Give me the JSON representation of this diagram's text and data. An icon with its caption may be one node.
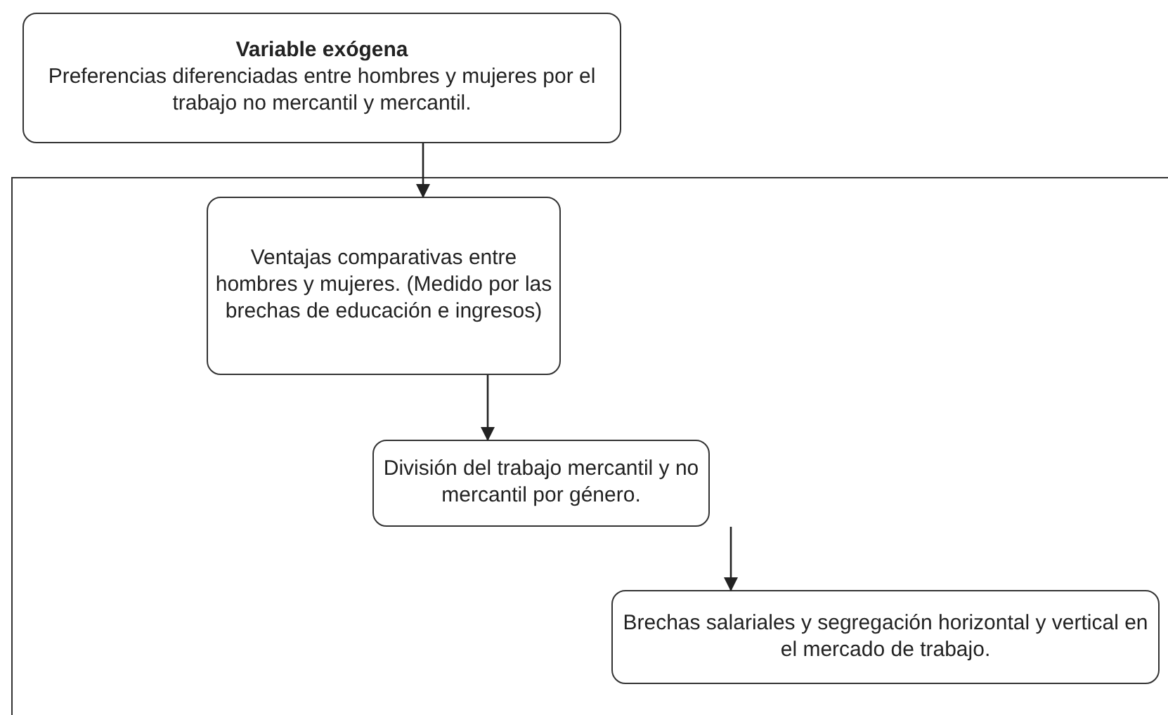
{
  "diagram": {
    "nodes": [
      {
        "text": [
          "Variable exógena",
          "Preferencias diferenciadas entre hombres y mujeres por el trabajo no mercantil y mercantil."
        ]
      },
      {
        "text": [],
        "shape": "box"
      },
      {
        "text": [
          "Ventajas comparativas entre hombres y mujeres. (Medido por las brechas de educación e ingresos)"
        ],
        "in": 1
      },
      {
        "text": [
          "División del trabajo mercantil y no mercantil por género."
        ],
        "in": 1
      },
      {
        "text": [
          "Brechas salariales y segregación horizontal y vertical en el mercado de trabajo."
        ],
        "in": 1
      }
    ],
    "edges": [
      {
        "from": 0,
        "to": 2,
        "arrow": "to"
      },
      {
        "from": 2,
        "to": 3,
        "arrow": "to"
      },
      {
        "from": 3,
        "to": 4,
        "arrow": "to"
      }
    ]
  }
}
